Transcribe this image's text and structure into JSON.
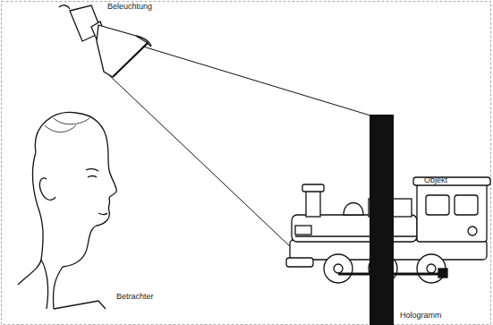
{
  "diagram": {
    "labels": [
      "Beleuchtung",
      "Objekt",
      "Betrachter",
      "Hologramm"
    ]
  }
}
